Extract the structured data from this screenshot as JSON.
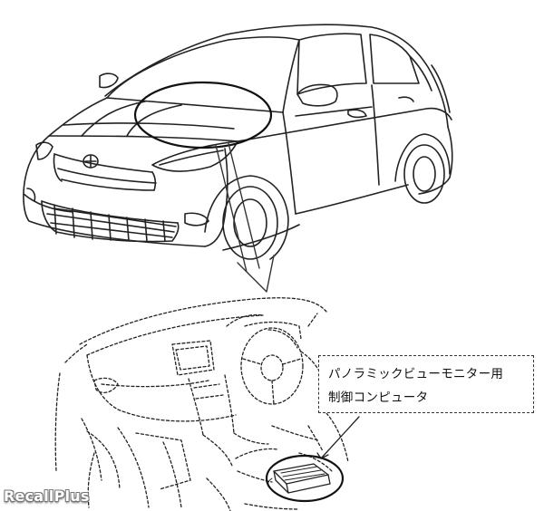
{
  "callout": {
    "line1": "パノラミックビューモニター用",
    "line2": "制御コンピュータ"
  },
  "watermark": "RecallPlus"
}
